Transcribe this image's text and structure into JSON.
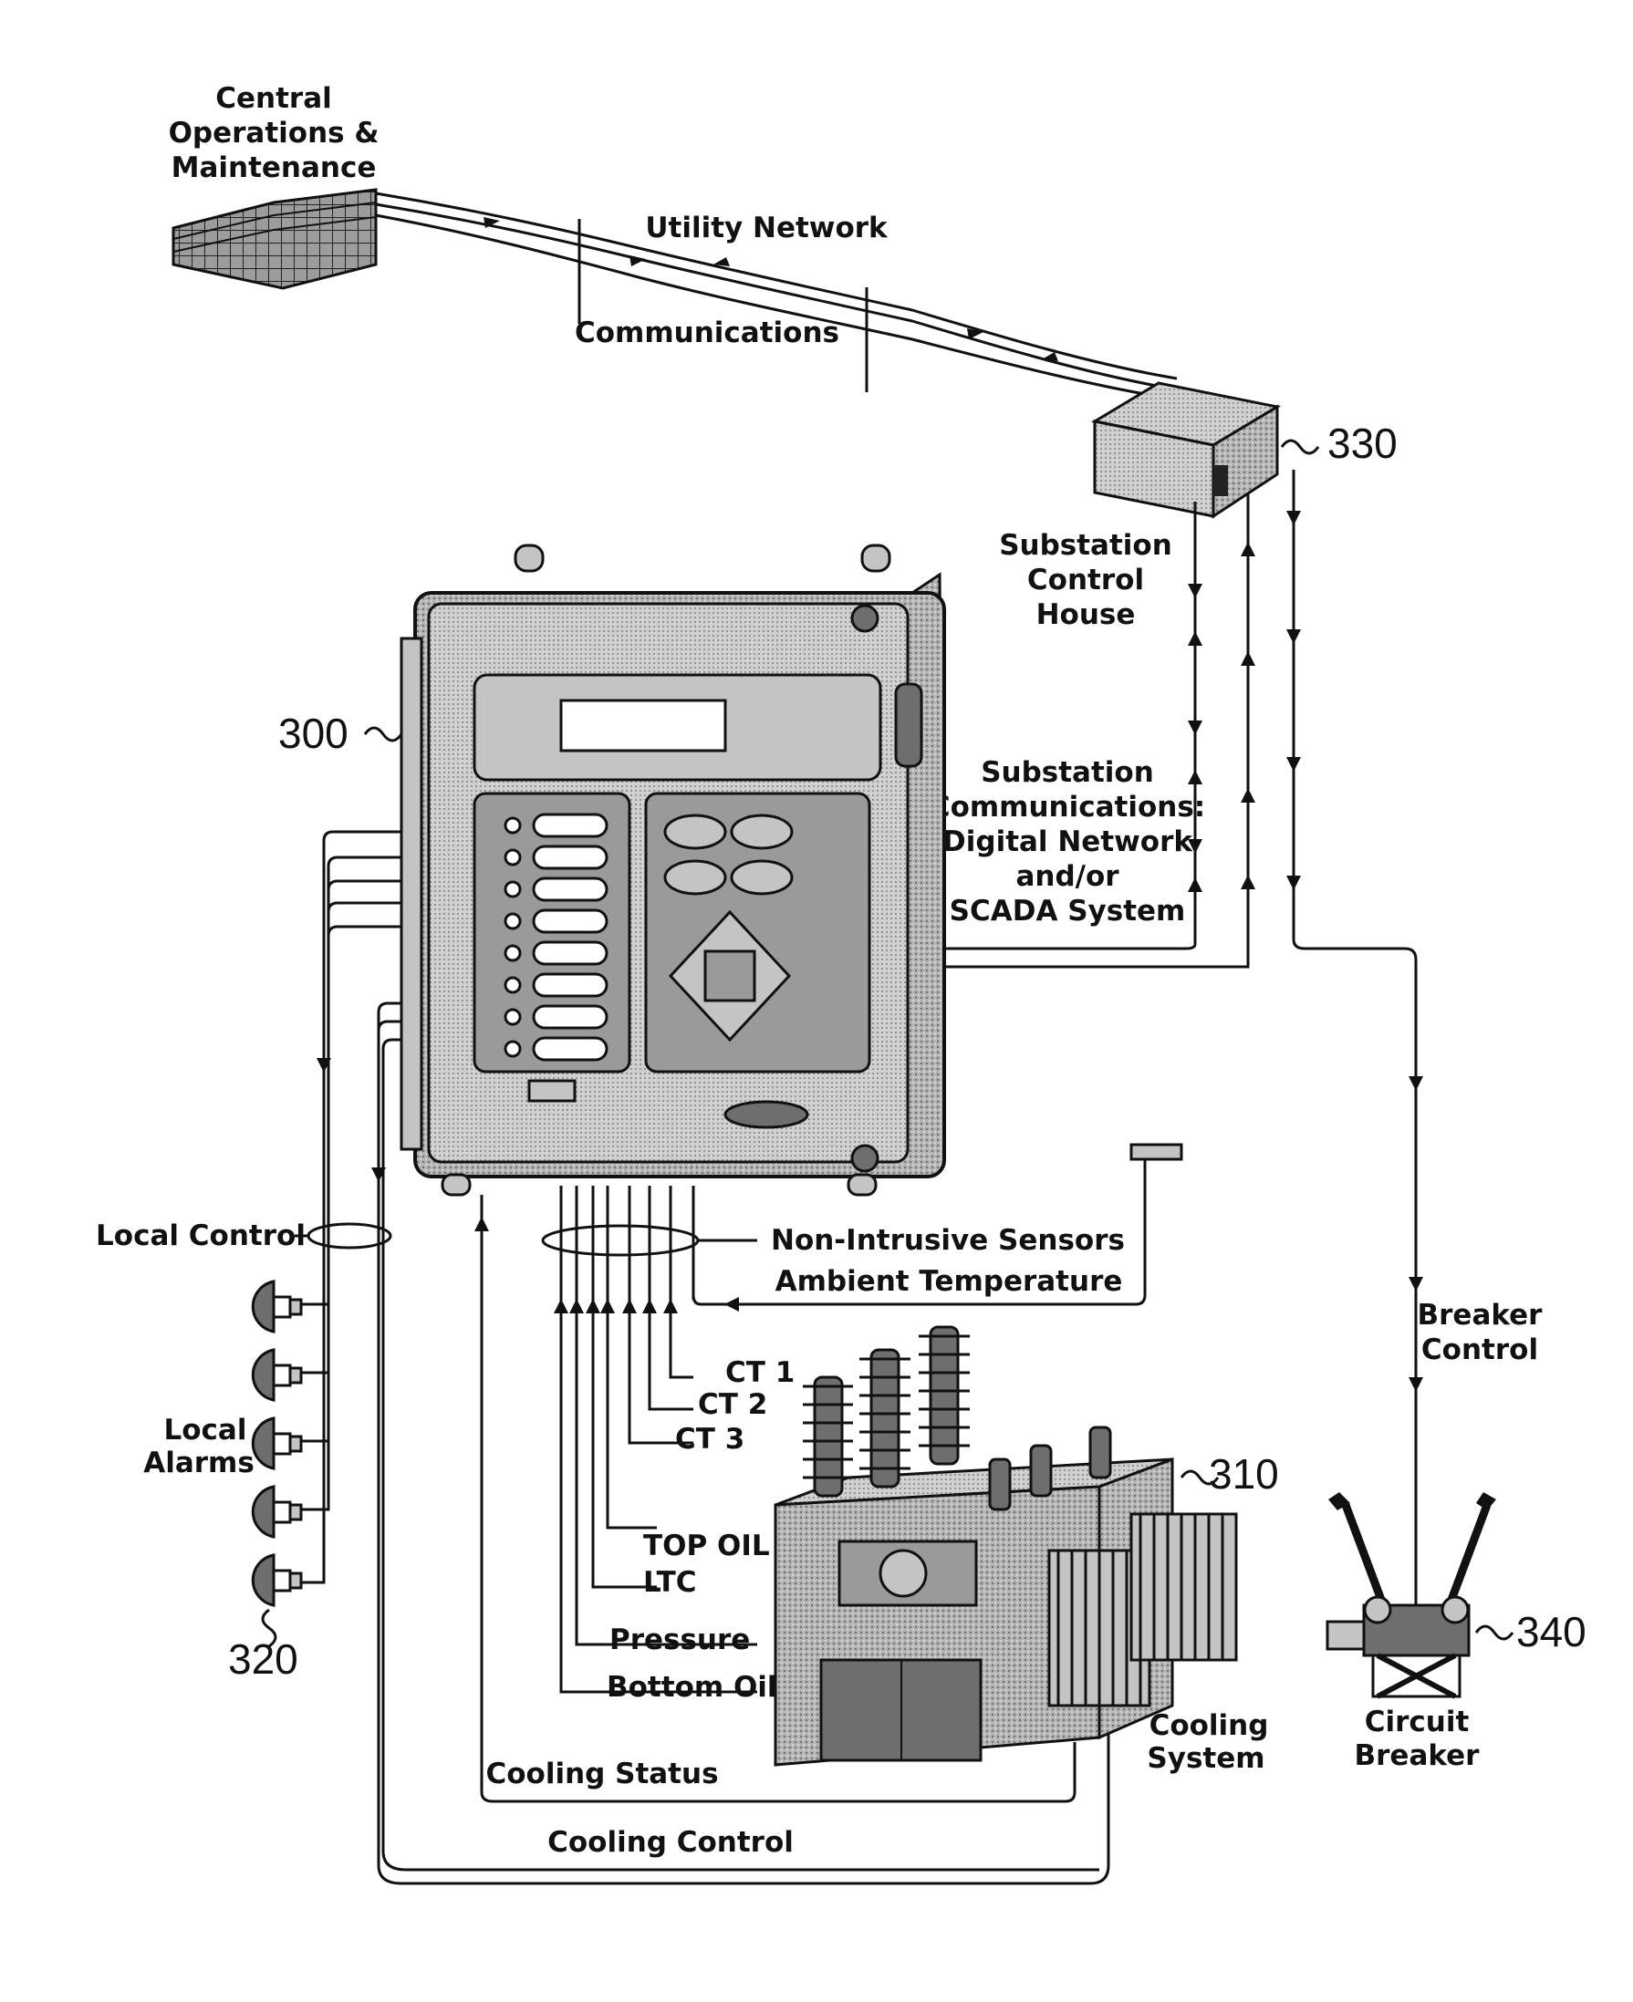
{
  "figure": {
    "labels": {
      "central_ops": [
        "Central",
        "Operations &",
        "Maintenance"
      ],
      "utility_network": "Utility Network",
      "communications": "Communications",
      "substation_house": [
        "Substation",
        "Control",
        "House"
      ],
      "substation_comms": [
        "Substation",
        "Communications:",
        "Digital Network",
        "and/or",
        "SCADA System"
      ],
      "local_control": "Local Control",
      "non_intrusive_sensors": "Non-Intrusive Sensors",
      "ambient_temperature": "Ambient Temperature",
      "ct1": "CT 1",
      "ct2": "CT 2",
      "ct3": "CT 3",
      "top_oil": "TOP OIL",
      "ltc": "LTC",
      "pressure": "Pressure",
      "bottom_oil": "Bottom Oil",
      "cooling_status": "Cooling Status",
      "cooling_control": "Cooling Control",
      "cooling_system": [
        "Cooling",
        "System"
      ],
      "local_alarms": [
        "Local",
        "Alarms"
      ],
      "breaker_control": [
        "Breaker",
        "Control"
      ],
      "circuit_breaker": [
        "Circuit",
        "Breaker"
      ]
    },
    "reference_numerals": {
      "monitor": "300",
      "transformer": "310",
      "alarms": "320",
      "control_house": "330",
      "breaker": "340"
    }
  }
}
